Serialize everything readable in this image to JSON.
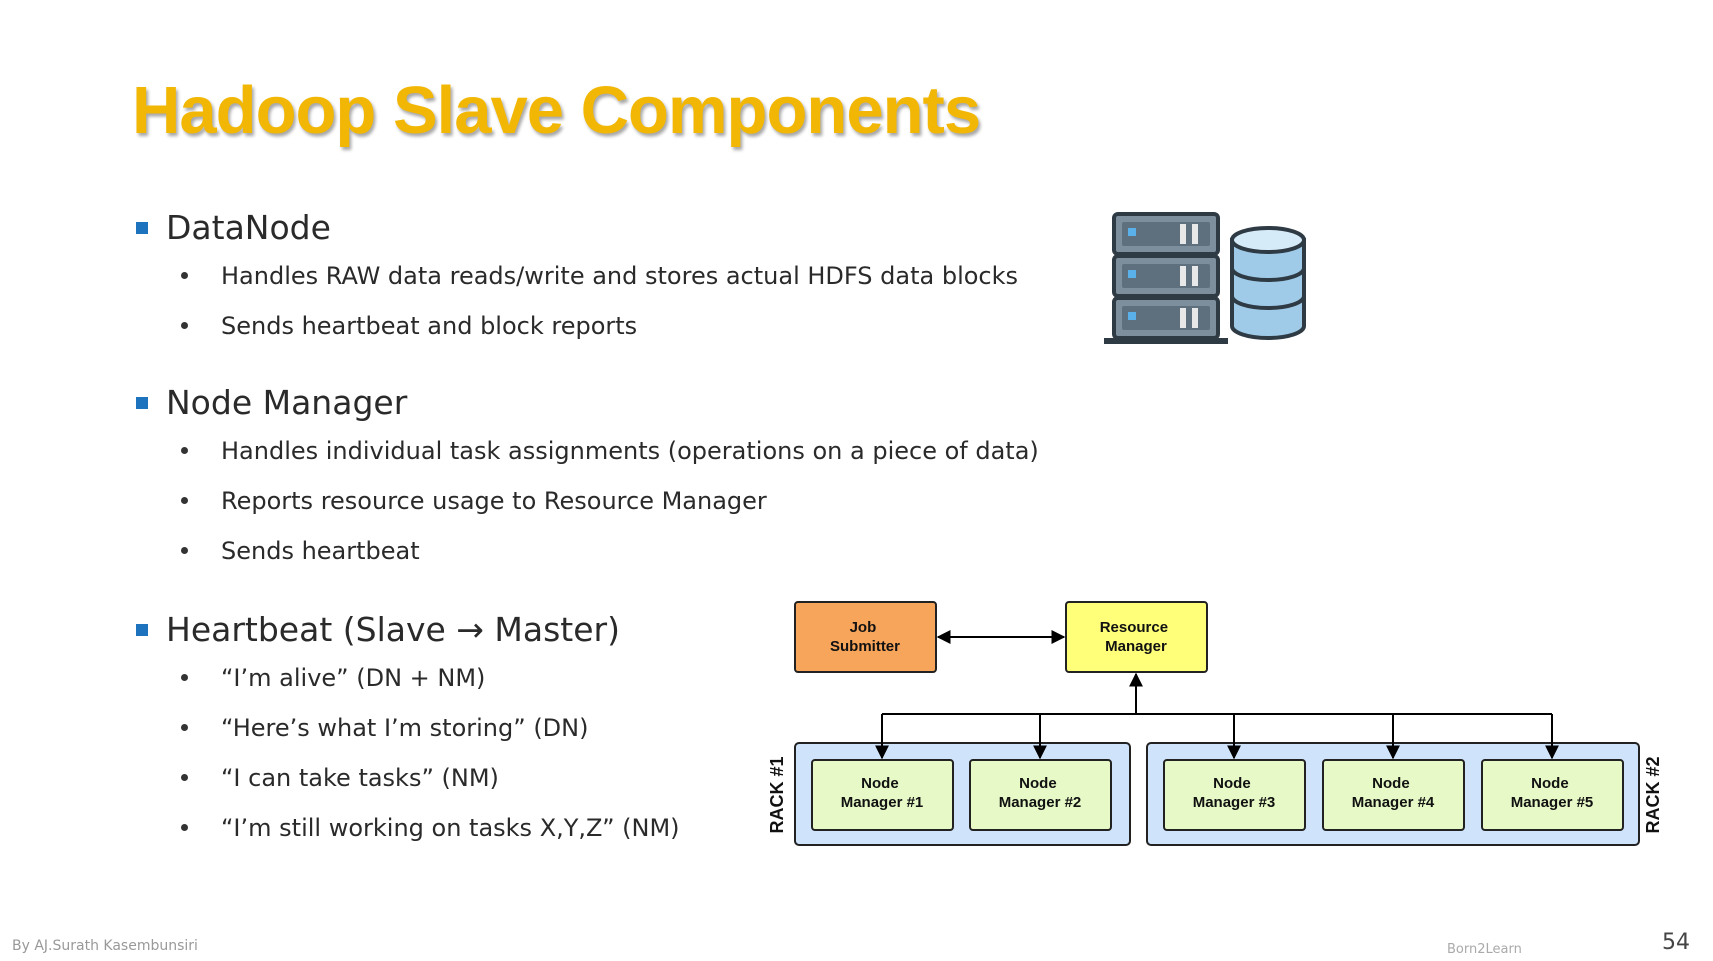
{
  "slide": {
    "title": "Hadoop Slave Components",
    "sections": [
      {
        "heading": "DataNode",
        "items": [
          "Handles RAW data reads/write and stores actual HDFS data blocks",
          "Sends heartbeat and block reports"
        ]
      },
      {
        "heading": "Node Manager",
        "items": [
          "Handles individual task assignments (operations on a piece of data)",
          "Reports resource usage to Resource Manager",
          "Sends heartbeat"
        ]
      },
      {
        "heading": "Heartbeat (Slave → Master)",
        "items": [
          "“I’m alive” (DN + NM)",
          "“Here’s what I’m storing” (DN)",
          "“I can take tasks” (NM)",
          "“I’m still working on tasks X,Y,Z” (NM)"
        ]
      }
    ],
    "footer_author": "By AJ.Surath Kasembunsiri",
    "footer_brand": "Born2Learn",
    "page_number": "54"
  },
  "diagram": {
    "job_submitter": [
      "Job",
      "Submitter"
    ],
    "resource_manager": [
      "Resource",
      "Manager"
    ],
    "rack1_label": "RACK #1",
    "rack2_label": "RACK #2",
    "node_managers": [
      [
        "Node",
        "Manager #1"
      ],
      [
        "Node",
        "Manager #2"
      ],
      [
        "Node",
        "Manager #3"
      ],
      [
        "Node",
        "Manager #4"
      ],
      [
        "Node",
        "Manager #5"
      ]
    ]
  },
  "colors": {
    "title": "#f2b705",
    "bullet_square": "#1e73be",
    "job_submitter_fill": "#f7a55b",
    "resource_manager_fill": "#ffff7a",
    "node_manager_fill": "#e6f9c6",
    "rack_fill": "#cfe3fa"
  },
  "icons": [
    "server-rack-icon",
    "database-icon"
  ]
}
